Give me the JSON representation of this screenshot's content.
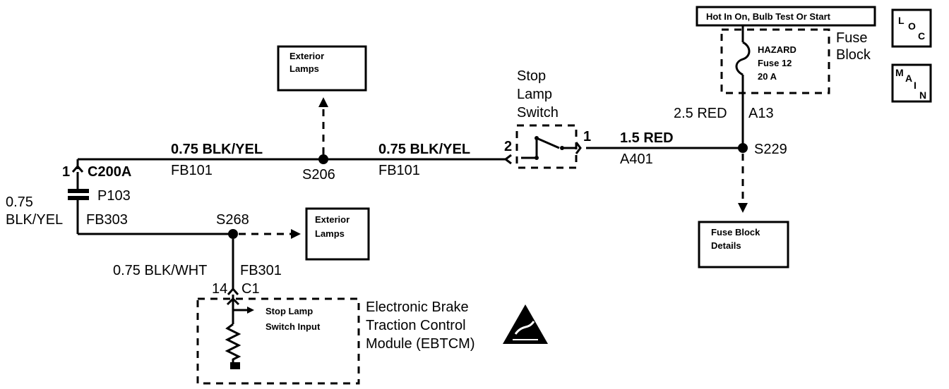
{
  "power_label": "Hot In On, Bulb Test Or Start",
  "fuse_block": {
    "title_line1": "Fuse",
    "title_line2": "Block",
    "fuse_name": "HAZARD",
    "fuse_number": "Fuse 12",
    "fuse_rating": "20 A"
  },
  "loc_icon": {
    "l1": "L",
    "l2": "O",
    "l3": "C"
  },
  "main_icon": {
    "l1": "M",
    "l2": "A",
    "l3": "I",
    "l4": "N"
  },
  "wires": {
    "red_gauge": "2.5 RED",
    "red_terminal": "A13",
    "red_15": "1.5 RED",
    "red_15_circuit": "A401",
    "blk_yel_left": "0.75 BLK/YEL",
    "blk_yel_left_circuit": "FB101",
    "blk_yel_mid": "0.75 BLK/YEL",
    "blk_yel_mid_circuit": "FB101",
    "blk_yel_vert_gauge": "0.75",
    "blk_yel_vert_color": "BLK/YEL",
    "fb303": "FB303",
    "blk_wht": "0.75 BLK/WHT",
    "fb301": "FB301"
  },
  "splices": {
    "s206": "S206",
    "s229": "S229",
    "s268": "S268"
  },
  "connectors": {
    "c200a_pin": "1",
    "c200a": "C200A",
    "p103": "P103",
    "c1_pin": "14",
    "c1": "C1",
    "switch_pin_left": "2",
    "switch_pin_right": "1"
  },
  "stop_lamp_switch": {
    "line1": "Stop",
    "line2": "Lamp",
    "line3": "Switch"
  },
  "exterior_lamps_top": {
    "line1": "Exterior",
    "line2": "Lamps"
  },
  "exterior_lamps_mid": {
    "line1": "Exterior",
    "line2": "Lamps"
  },
  "fuse_block_details": {
    "line1": "Fuse Block",
    "line2": "Details"
  },
  "ebtcm": {
    "line1": "Electronic Brake",
    "line2": "Traction Control",
    "line3": "Module (EBTCM)",
    "input_line1": "Stop Lamp",
    "input_line2": "Switch Input"
  }
}
